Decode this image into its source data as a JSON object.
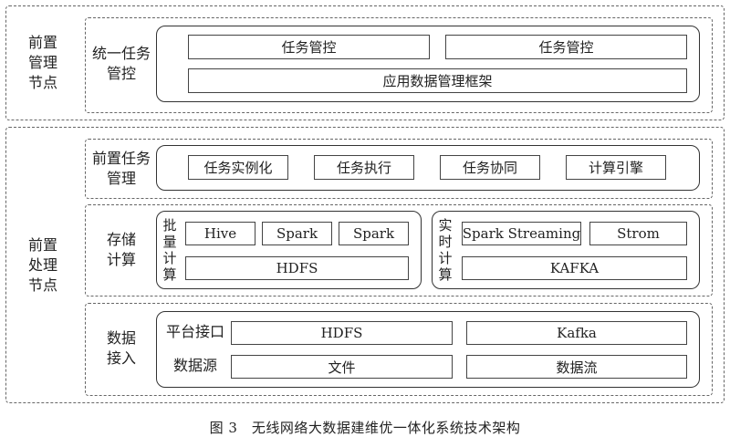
{
  "front_node": {
    "label": "前置\n管理\n节点",
    "task_control": {
      "label": "统一任务\n管控",
      "cells": [
        "任务管控",
        "任务管控"
      ],
      "framework": "应用数据管理框架"
    }
  },
  "processing_node": {
    "label": "前置\n处理\n节点",
    "task_mgmt": {
      "label": "前置任务\n管理",
      "cells": [
        "任务实例化",
        "任务执行",
        "任务协同",
        "计算引擎"
      ]
    },
    "storage": {
      "label": "存储\n计算",
      "batch": {
        "label": "批\n量\n计\n算",
        "row1": [
          "Hive",
          "Spark",
          "Spark"
        ],
        "row2": "HDFS"
      },
      "realtime": {
        "label": "实\n时\n计\n算",
        "row1": [
          "Spark Streaming",
          "Strom"
        ],
        "row2": "KAFKA"
      }
    },
    "data_access": {
      "label": "数据\n接入",
      "rows": [
        {
          "label": "平台接口",
          "cells": [
            "HDFS",
            "Kafka"
          ]
        },
        {
          "label": "数据源",
          "cells": [
            "文件",
            "数据流"
          ]
        }
      ]
    }
  },
  "caption": "图 3　无线网络大数据建维优一体化系统技术架构"
}
